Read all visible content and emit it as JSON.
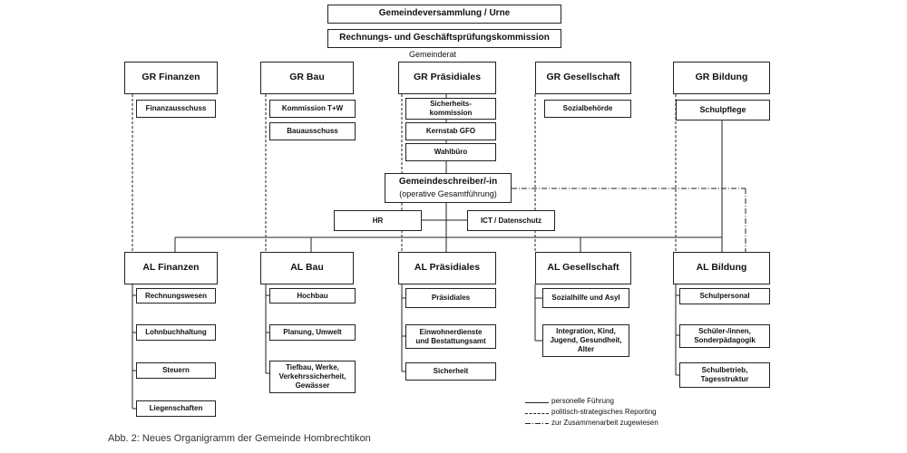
{
  "top": {
    "assembly": "Gemeindeversammlung / Urne",
    "audit": "Rechnungs- und Geschäftsprüfungskommission",
    "council": "Gemeinderat"
  },
  "gr": {
    "finanzen": {
      "title": "GR Finanzen",
      "items": [
        "Finanzausschuss"
      ]
    },
    "bau": {
      "title": "GR Bau",
      "items": [
        "Kommission T+W",
        "Bauausschuss"
      ]
    },
    "praesidiales": {
      "title": "GR Präsidiales",
      "items": [
        "Sicherheits-\nkommission",
        "Kernstab GFO",
        "Wahlbüro"
      ]
    },
    "gesellschaft": {
      "title": "GR Gesellschaft",
      "items": [
        "Sozialbehörde"
      ]
    },
    "bildung": {
      "title": "GR Bildung",
      "items": [
        "Schulpflege"
      ]
    }
  },
  "gemeindeschreiber": {
    "title": "Gemeindeschreiber/-in",
    "subtitle": "(operative Gesamtführung)"
  },
  "staff": {
    "hr": "HR",
    "ict": "ICT / Datenschutz"
  },
  "al": {
    "finanzen": {
      "title": "AL Finanzen",
      "items": [
        "Rechnungswesen",
        "Lohnbuchhaltung",
        "Steuern",
        "Liegenschaften"
      ]
    },
    "bau": {
      "title": "AL Bau",
      "items": [
        "Hochbau",
        "Planung, Umwelt",
        "Tiefbau, Werke,\nVerkehrssicherheit,\nGewässer"
      ]
    },
    "praesidiales": {
      "title": "AL Präsidiales",
      "items": [
        "Präsidiales",
        "Einwohnerdienste\nund Bestattungsamt",
        "Sicherheit"
      ]
    },
    "gesellschaft": {
      "title": "AL Gesellschaft",
      "items": [
        "Sozialhilfe und Asyl",
        "Integration, Kind,\nJugend, Gesundheit,\nAlter"
      ]
    },
    "bildung": {
      "title": "AL Bildung",
      "items": [
        "Schulpersonal",
        "Schüler-/innen,\nSonderpädagogik",
        "Schulbetrieb,\nTagesstruktur"
      ]
    }
  },
  "legend": [
    {
      "style": "solid",
      "label": "personelle Führung"
    },
    {
      "style": "dashed",
      "label": "politisch-strategisches Reporting"
    },
    {
      "style": "dashdot",
      "label": "zur Zusammenarbeit zugewiesen"
    }
  ],
  "caption": "Abb. 2: Neues Organigramm der Gemeinde Hombrechtikon"
}
